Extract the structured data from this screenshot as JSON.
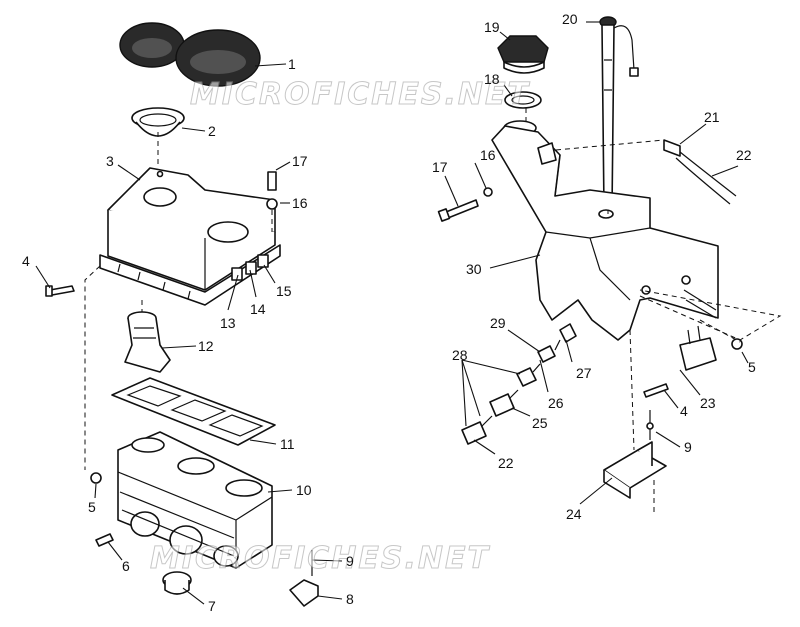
{
  "watermark": "MICROFICHES.NET",
  "callouts": {
    "c1": "1",
    "c2": "2",
    "c3": "3",
    "c4a": "4",
    "c5a": "5",
    "c6": "6",
    "c7": "7",
    "c8": "8",
    "c9a": "9",
    "c10": "10",
    "c11": "11",
    "c12": "12",
    "c13": "13",
    "c14": "14",
    "c15": "15",
    "c16a": "16",
    "c17a": "17",
    "c16b": "16",
    "c17b": "17",
    "c18": "18",
    "c19": "19",
    "c20": "20",
    "c21": "21",
    "c22a": "22",
    "c22b": "22",
    "c23": "23",
    "c24": "24",
    "c25": "25",
    "c26": "26",
    "c27": "27",
    "c28": "28",
    "c29": "29",
    "c30": "30",
    "c4b": "4",
    "c5b": "5",
    "c9b": "9"
  }
}
